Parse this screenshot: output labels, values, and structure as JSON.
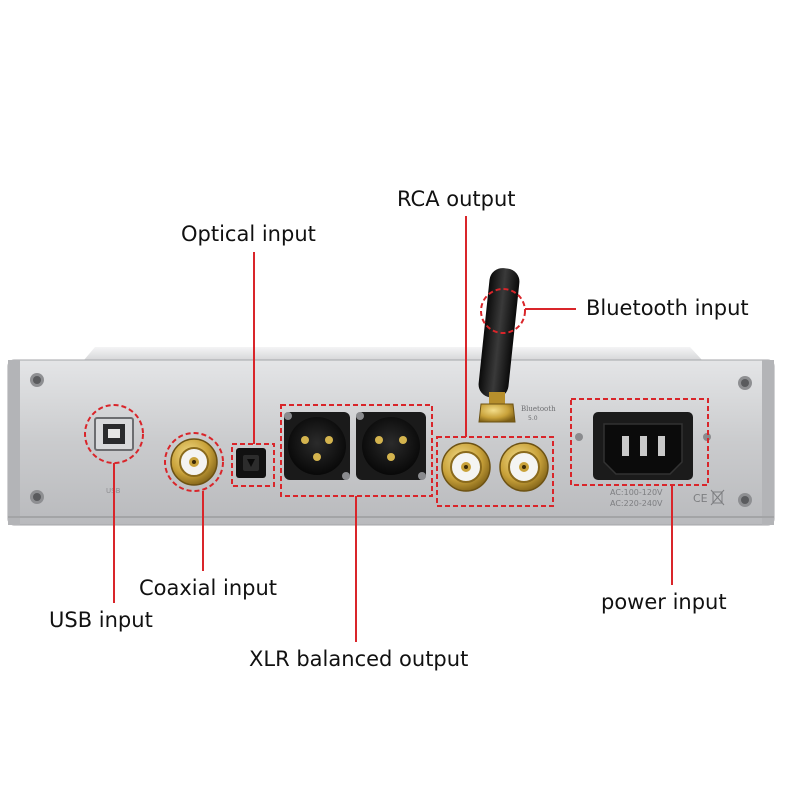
{
  "labels": {
    "optical": "Optical input",
    "rca": "RCA output",
    "bluetooth": "Bluetooth input",
    "coaxial": "Coaxial input",
    "usb": "USB input",
    "xlr": "XLR balanced output",
    "power": "power input"
  },
  "panel_print": {
    "usb": "USB",
    "bluetooth": "Bluetooth",
    "bluetooth_sub": "5.0",
    "ac1": "AC:100-120V",
    "ac2": "AC:220-240V",
    "ce": "CE"
  },
  "colors": {
    "callout": "#d9252a",
    "panel": "#cfd0d2",
    "gold": "#c9a23a"
  }
}
